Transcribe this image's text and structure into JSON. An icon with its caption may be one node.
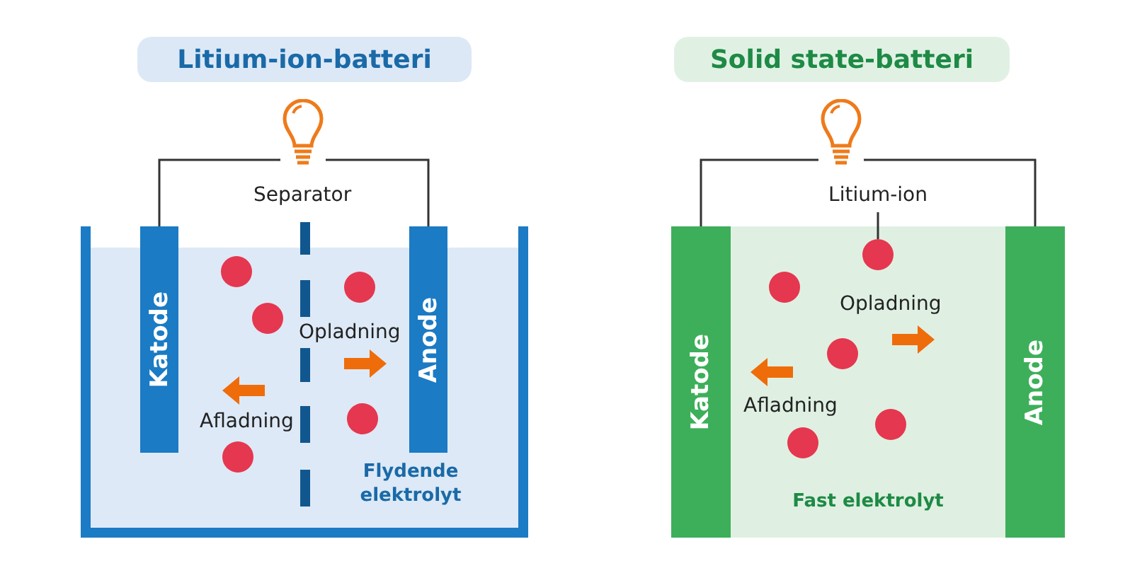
{
  "diagram": {
    "nodes": [
      {
        "text": [
          "Litium-ion-batteri"
        ]
      },
      {
        "text": [],
        "shape": "picture"
      },
      {
        "text": [
          "Katode"
        ],
        "in": 4
      },
      {
        "text": [
          "Anode"
        ],
        "in": 4
      },
      {
        "text": [
          "Flydende elektrolyt"
        ]
      },
      {
        "text": [
          "Solid state-batteri"
        ]
      },
      {
        "text": [],
        "shape": "picture"
      },
      {
        "text": [
          "Katode"
        ]
      },
      {
        "text": [
          "Anode"
        ]
      },
      {
        "text": [
          "Fast elektrolyt"
        ]
      },
      {
        "text": [
          "Litium-ion"
        ]
      },
      {
        "text": [],
        "shape": "circle",
        "in": 9
      }
    ],
    "edges": [
      {
        "from": 1,
        "to": 2,
        "arrow": "none"
      },
      {
        "from": 1,
        "to": 3,
        "arrow": "none"
      },
      {
        "from": 6,
        "to": 7,
        "arrow": "none"
      },
      {
        "from": 6,
        "to": 8,
        "arrow": "none"
      },
      {
        "from": 10,
        "to": 11,
        "arrow": "none"
      }
    ],
    "labels": [
      "Separator",
      "Opladning",
      "Afladning",
      "Opladning",
      "Afladning"
    ]
  }
}
